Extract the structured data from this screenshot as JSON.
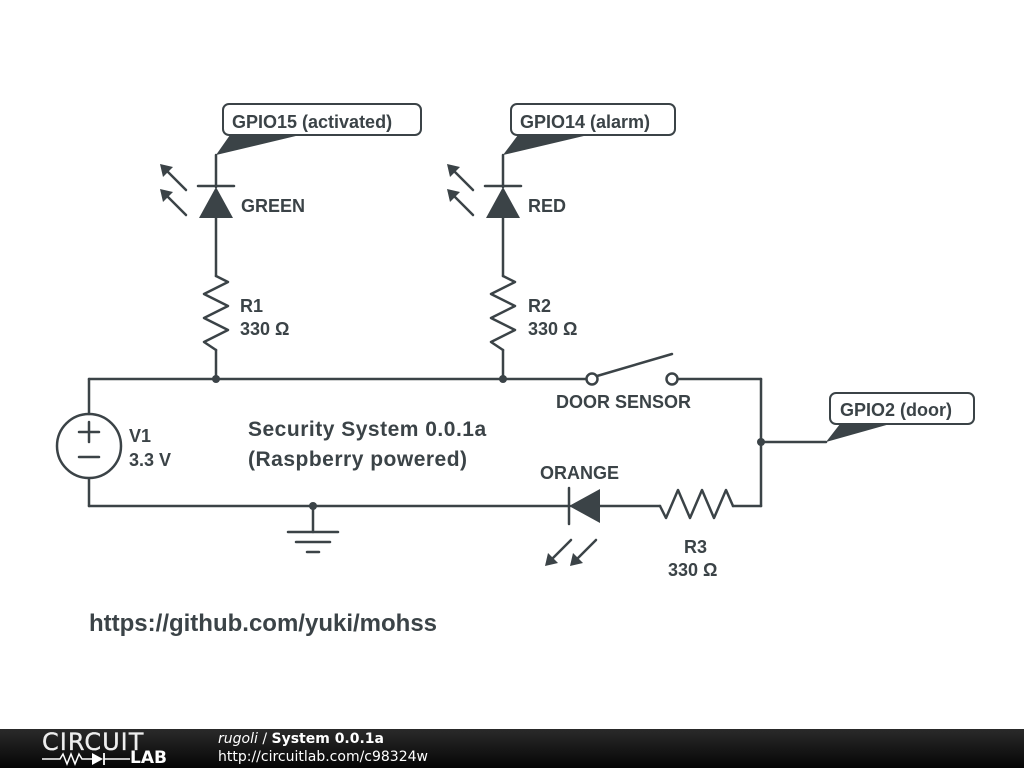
{
  "schematic": {
    "stroke_color": "#3b4347",
    "net_labels": [
      {
        "id": "gpio15",
        "text": "GPIO15 (activated)"
      },
      {
        "id": "gpio14",
        "text": "GPIO14 (alarm)"
      },
      {
        "id": "gpio2",
        "text": "GPIO2 (door)"
      }
    ],
    "components": {
      "led_green": {
        "label": "GREEN"
      },
      "led_red": {
        "label": "RED"
      },
      "led_orange": {
        "label": "ORANGE"
      },
      "r1": {
        "name": "R1",
        "value": "330 Ω"
      },
      "r2": {
        "name": "R2",
        "value": "330 Ω"
      },
      "r3": {
        "name": "R3",
        "value": "330 Ω"
      },
      "v1": {
        "name": "V1",
        "value": "3.3 V"
      },
      "switch": {
        "label": "DOOR SENSOR"
      }
    },
    "title_lines": [
      "Security System 0.0.1a",
      "(Raspberry powered)"
    ],
    "link": "https://github.com/yuki/mohss"
  },
  "footer": {
    "logo_top": "CIRCUIT",
    "logo_bottom": "LAB",
    "author": "rugoli",
    "separator": " / ",
    "title": "System 0.0.1a",
    "url": "http://circuitlab.com/c98324w"
  }
}
